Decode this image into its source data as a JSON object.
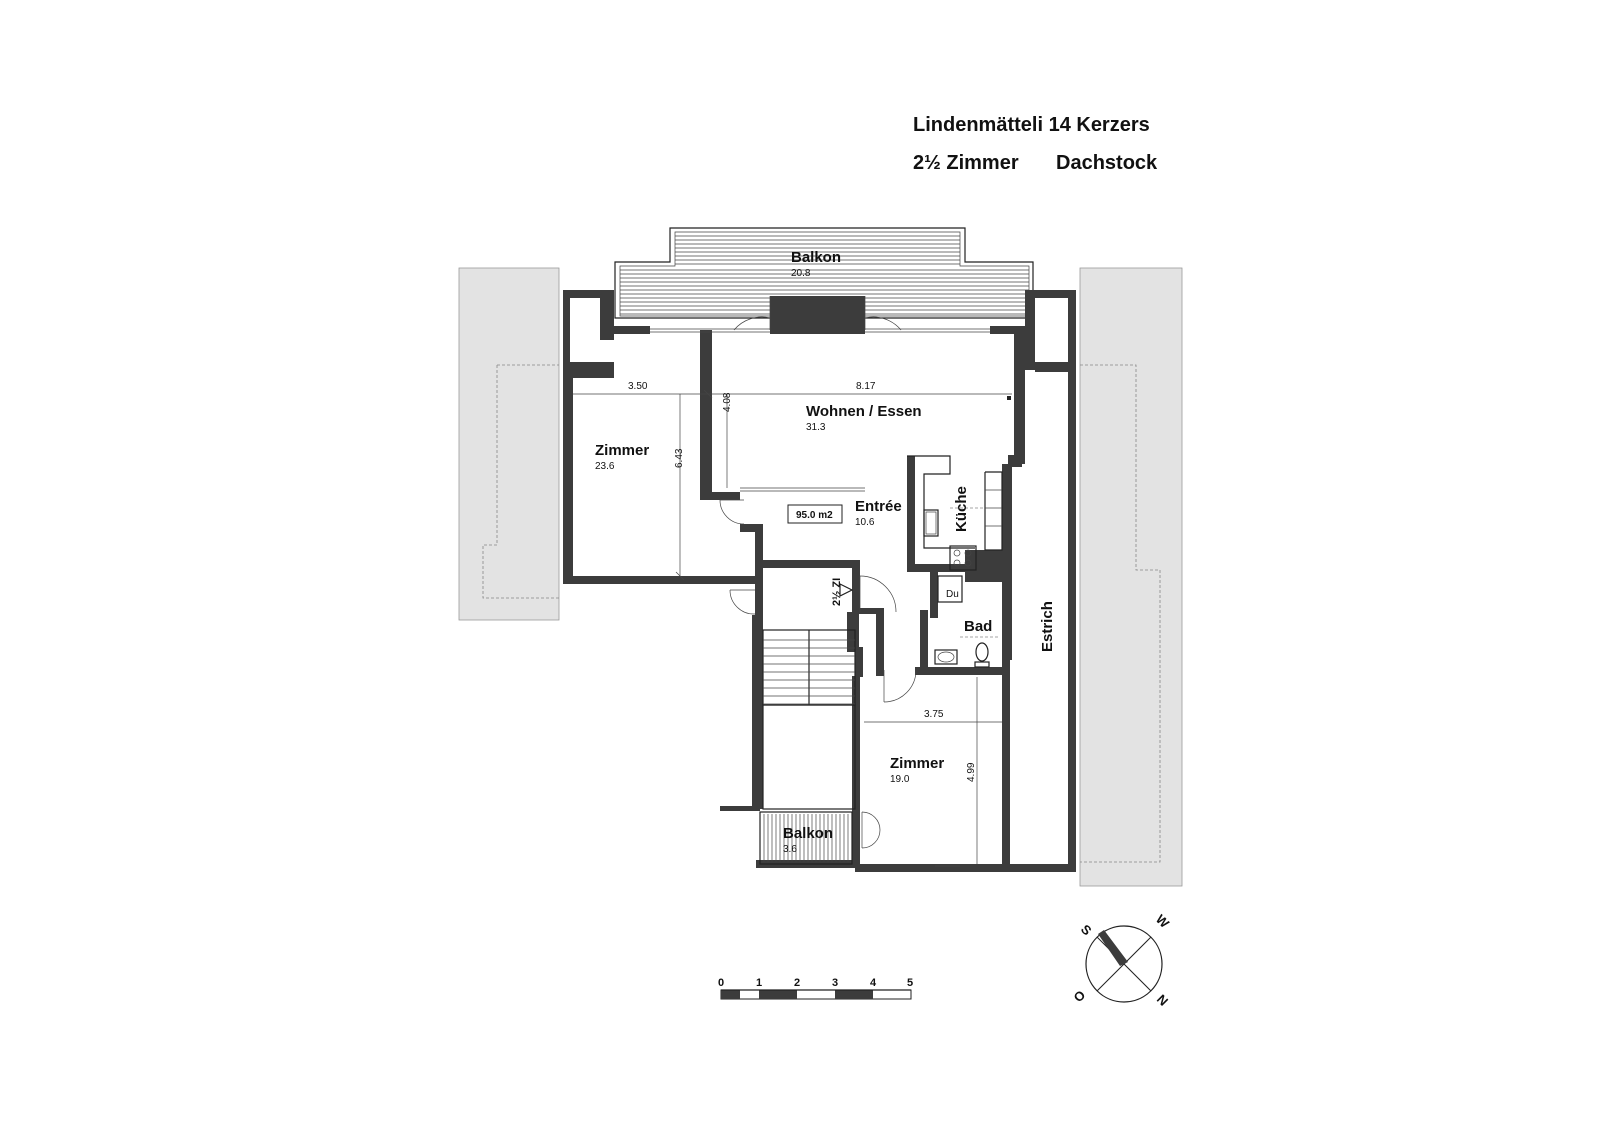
{
  "header": {
    "address": "Lindenmätteli 14 Kerzers",
    "rooms": "2½ Zimmer",
    "floor": "Dachstock"
  },
  "rooms": {
    "balkon_top": {
      "name": "Balkon",
      "area": "20.8"
    },
    "wohnen": {
      "name": "Wohnen / Essen",
      "area": "31.3"
    },
    "zimmer_left": {
      "name": "Zimmer",
      "area": "23.6"
    },
    "entree": {
      "name": "Entrée",
      "area": "10.6"
    },
    "kueche": {
      "name": "Küche"
    },
    "bad": {
      "name": "Bad"
    },
    "dusche": {
      "name": "Du"
    },
    "estrich": {
      "name": "Estrich"
    },
    "zimmer_bottom": {
      "name": "Zimmer",
      "area": "19.0"
    },
    "balkon_bottom": {
      "name": "Balkon",
      "area": "3.6"
    }
  },
  "dimensions": {
    "zimmer_left_width": "3.50",
    "wohnen_width": "8.17",
    "wohnen_depth": "4.08",
    "zimmer_left_depth": "6.43",
    "zimmer_bottom_width": "3.75",
    "zimmer_bottom_depth": "4.99"
  },
  "total_area": "95.0 m2",
  "unit_tag": "2½ ZI",
  "scale_bar": {
    "labels": [
      "0",
      "1",
      "2",
      "3",
      "4",
      "5"
    ]
  },
  "compass": {
    "labels": {
      "s": "S",
      "w": "W",
      "o": "O",
      "n": "N"
    },
    "icon": "compass-rose-icon"
  },
  "colors": {
    "wall": "#3c3c3c",
    "neighbor": "#e3e3e3",
    "line": "#222222"
  }
}
